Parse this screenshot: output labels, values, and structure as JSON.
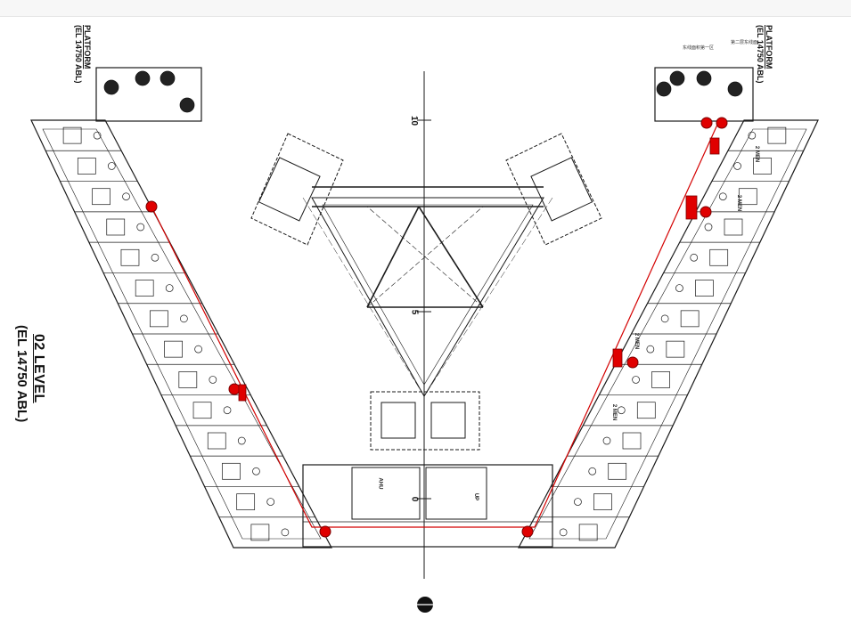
{
  "drawing": {
    "level_title": "02 LEVEL",
    "level_elevation": "(EL 14750 ABL)",
    "platform_left_title": "PLATFORM",
    "platform_left_elev": "(EL 14750 ABL)",
    "platform_right_title": "PLATFORM",
    "platform_right_elev": "(EL 14750 ABL)",
    "scale_top": "10",
    "scale_mid": "5",
    "scale_bottom": "0",
    "room_ahu": "AHU",
    "room_men": "2 MEN",
    "room_up": "UP",
    "note_a": "东线面积第一区",
    "note_b": "第二层东线面",
    "colors": {
      "line": "#1a1a1a",
      "marker": "#e00000",
      "route": "#d40000"
    }
  }
}
